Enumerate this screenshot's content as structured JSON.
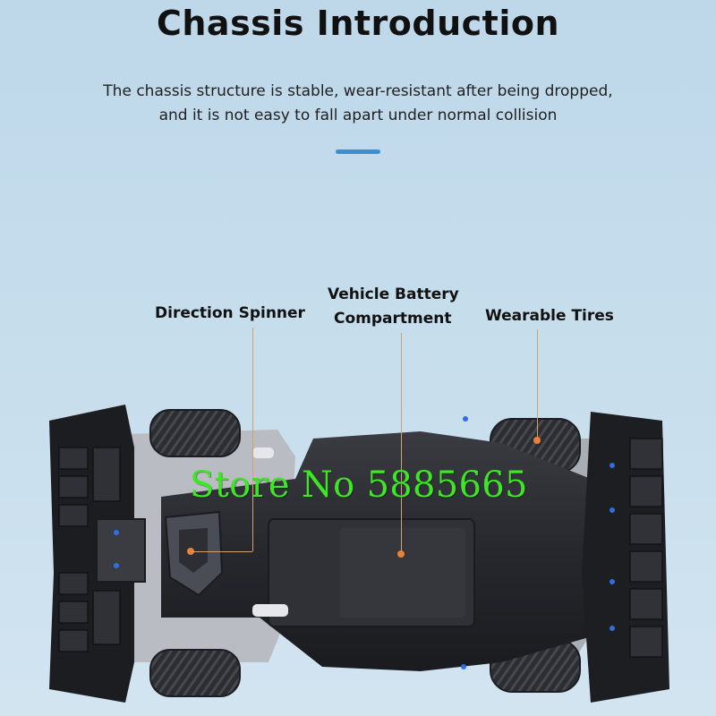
{
  "header": {
    "title": "Chassis Introduction",
    "subtitle_line1": "The chassis structure is stable, wear-resistant after being dropped,",
    "subtitle_line2": "and it is not easy to fall apart under normal collision"
  },
  "callouts": {
    "direction_spinner": "Direction Spinner",
    "battery_line1": "Vehicle Battery",
    "battery_line2": "Compartment",
    "wearable_tires": "Wearable Tires"
  },
  "watermark": "Store No 5885665",
  "colors": {
    "accent_divider": "#3c8fd0",
    "callout_dot": "#e9813a",
    "leader_line": "#d1a270",
    "watermark": "#3ee626",
    "background": "#c6ddec"
  },
  "icons": {
    "car_image": "car-chassis-underside-illustration"
  }
}
